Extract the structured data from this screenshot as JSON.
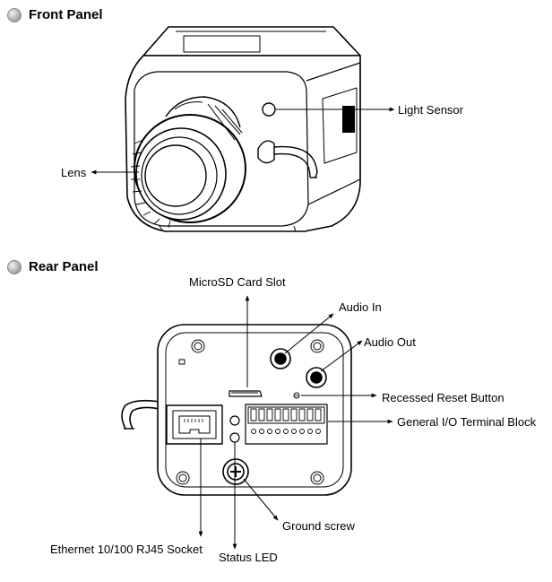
{
  "sections": {
    "front": {
      "title": "Front Panel",
      "labels": {
        "lens": "Lens",
        "light_sensor": "Light Sensor"
      }
    },
    "rear": {
      "title": "Rear Panel",
      "labels": {
        "microsd": "MicroSD Card Slot",
        "audio_in": "Audio In",
        "audio_out": "Audio Out",
        "reset": "Recessed Reset Button",
        "gio": "General I/O Terminal Block",
        "ground": "Ground screw",
        "ethernet": "Ethernet 10/100 RJ45 Socket",
        "status_led": "Status LED"
      }
    }
  },
  "colors": {
    "line": "#000000",
    "bullet": "#9e9e9e"
  }
}
